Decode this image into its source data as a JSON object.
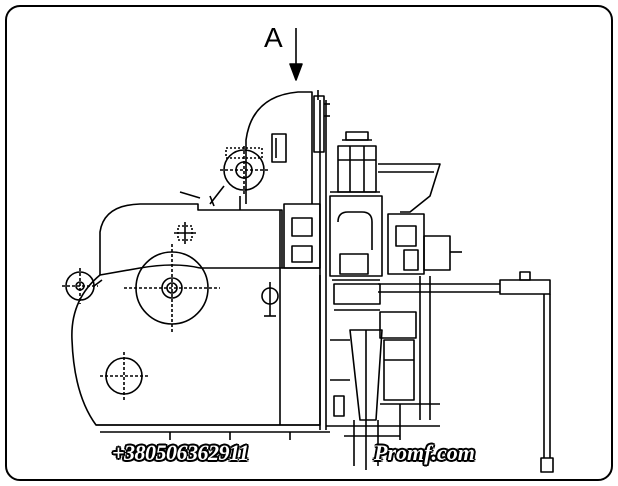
{
  "diagram": {
    "view_marker": "A",
    "stroke_color": "#000000",
    "background_color": "#ffffff"
  },
  "watermark": {
    "phone": "+380506362911",
    "site": "Promf.com",
    "text_color": "#ffffff",
    "outline_color": "#000000"
  }
}
